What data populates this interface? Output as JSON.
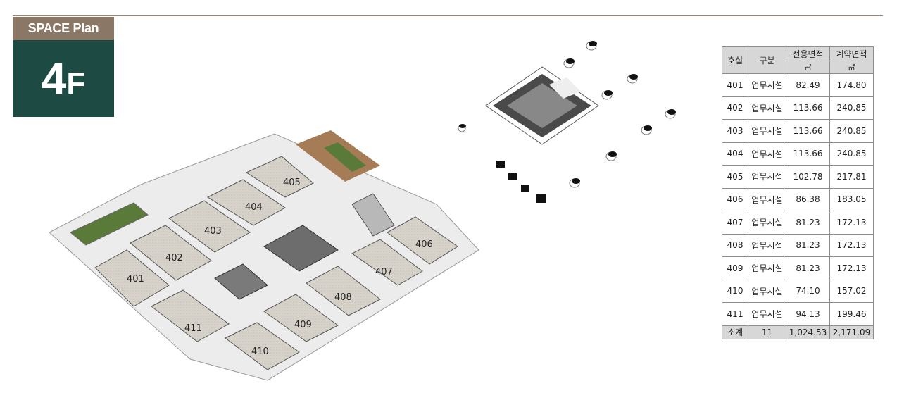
{
  "badge": {
    "title": "SPACE Plan",
    "floor_number": "4",
    "floor_letter": "F"
  },
  "plan": {
    "rooms": [
      {
        "id": "401"
      },
      {
        "id": "402"
      },
      {
        "id": "403"
      },
      {
        "id": "404"
      },
      {
        "id": "405"
      },
      {
        "id": "406"
      },
      {
        "id": "407"
      },
      {
        "id": "408"
      },
      {
        "id": "409"
      },
      {
        "id": "410"
      },
      {
        "id": "411"
      }
    ]
  },
  "table": {
    "headers": {
      "room": "호실",
      "type": "구분",
      "exclusive": "전용면적",
      "contract": "계약면적",
      "unit": "㎡"
    },
    "rows": [
      {
        "room": "401",
        "type": "업무시설",
        "exclusive": "82.49",
        "contract": "174.80"
      },
      {
        "room": "402",
        "type": "업무시설",
        "exclusive": "113.66",
        "contract": "240.85"
      },
      {
        "room": "403",
        "type": "업무시설",
        "exclusive": "113.66",
        "contract": "240.85"
      },
      {
        "room": "404",
        "type": "업무시설",
        "exclusive": "113.66",
        "contract": "240.85"
      },
      {
        "room": "405",
        "type": "업무시설",
        "exclusive": "102.78",
        "contract": "217.81"
      },
      {
        "room": "406",
        "type": "업무시설",
        "exclusive": "86.38",
        "contract": "183.05"
      },
      {
        "room": "407",
        "type": "업무시설",
        "exclusive": "81.23",
        "contract": "172.13"
      },
      {
        "room": "408",
        "type": "업무시설",
        "exclusive": "81.23",
        "contract": "172.13"
      },
      {
        "room": "409",
        "type": "업무시설",
        "exclusive": "81.23",
        "contract": "172.13"
      },
      {
        "room": "410",
        "type": "업무시설",
        "exclusive": "74.10",
        "contract": "157.02"
      },
      {
        "room": "411",
        "type": "업무시설",
        "exclusive": "94.13",
        "contract": "199.46"
      }
    ],
    "total": {
      "label": "소계",
      "count": "11",
      "exclusive": "1,024.53",
      "contract": "2,171.09"
    }
  },
  "colors": {
    "badge_brown": "#8a7765",
    "badge_green": "#1e4a44",
    "floor": "#d8d4cc",
    "wall": "#f2f2f2"
  }
}
